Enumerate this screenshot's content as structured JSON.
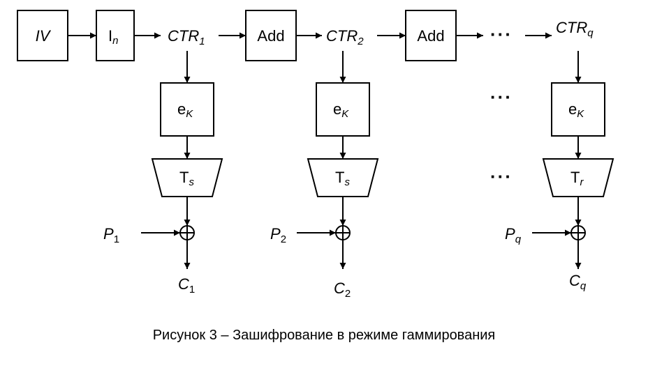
{
  "nodes": {
    "iv": "IV",
    "init": "I",
    "init_sub": "n",
    "ctr1": "CTR",
    "ctr1_sub": "1",
    "ctr2": "CTR",
    "ctr2_sub": "2",
    "ctrq": "CTR",
    "ctrq_sub": "q",
    "add1": "Add",
    "add2": "Add",
    "enc1": "e",
    "enc1_sub": "K",
    "enc2": "e",
    "enc2_sub": "K",
    "encq": "e",
    "encq_sub": "K",
    "trunc1": "T",
    "trunc1_sub": "s",
    "trunc2": "T",
    "trunc2_sub": "s",
    "truncq": "T",
    "truncq_sub": "r",
    "p1": "P",
    "p1_sub": "1",
    "p2": "P",
    "p2_sub": "2",
    "pq": "P",
    "pq_sub": "q",
    "c1": "C",
    "c1_sub": "1",
    "c2": "C",
    "c2_sub": "2",
    "cq": "C",
    "cq_sub": "q"
  },
  "ellipsis": "···",
  "caption": "Рисунок 3 – Зашифрование в режиме гаммирования"
}
